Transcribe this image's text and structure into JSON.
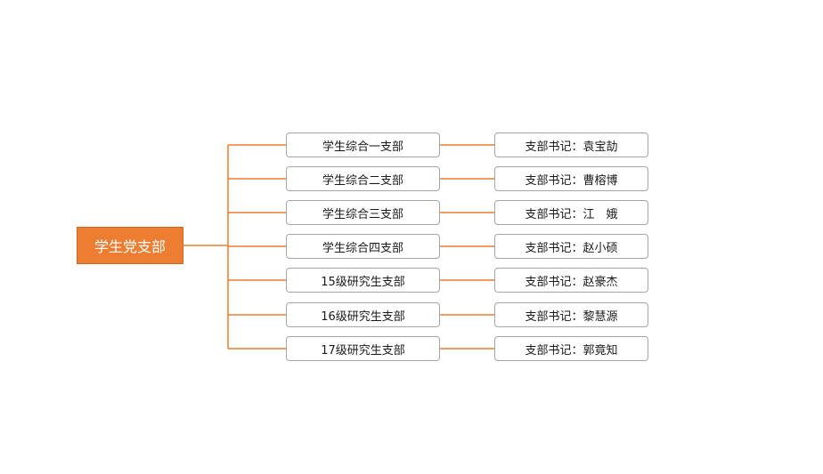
{
  "colors": {
    "accent": "#ed7d31",
    "node_border": "#a6a6a6",
    "connector": "#ed7d31"
  },
  "root": {
    "label": "学生党支部"
  },
  "branches": [
    {
      "name": "学生综合一支部",
      "secretary": "支部书记：袁宝劼"
    },
    {
      "name": "学生综合二支部",
      "secretary": "支部书记：曹榕博"
    },
    {
      "name": "学生综合三支部",
      "secretary": "支部书记：江　娥"
    },
    {
      "name": "学生综合四支部",
      "secretary": "支部书记：赵小硕"
    },
    {
      "name": "15级研究生支部",
      "secretary": "支部书记：赵豪杰"
    },
    {
      "name": "16级研究生支部",
      "secretary": "支部书记：黎慧源"
    },
    {
      "name": "17级研究生支部",
      "secretary": "支部书记：郭竟知"
    }
  ]
}
